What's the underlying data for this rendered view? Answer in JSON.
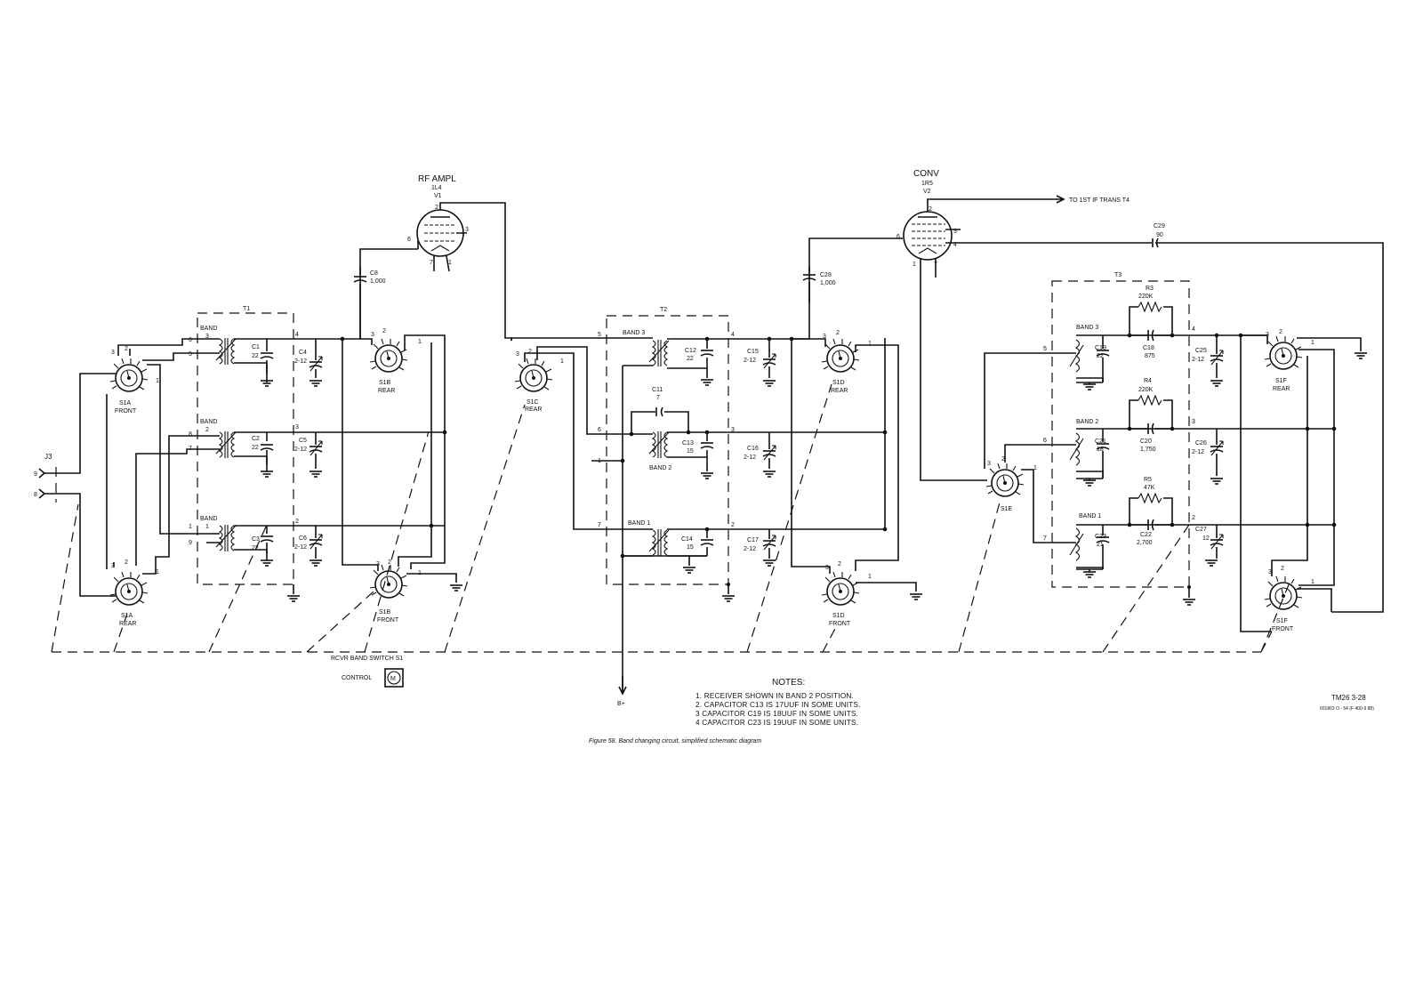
{
  "tubes": {
    "rf": {
      "title": "RF AMPL",
      "type": "1L4",
      "ref": "V1",
      "pins": [
        "2",
        "6",
        "3",
        "7",
        "1"
      ]
    },
    "conv": {
      "title": "CONV",
      "type": "1R5",
      "ref": "V2",
      "pins": [
        "2",
        "6",
        "3",
        "4",
        "1",
        "7"
      ]
    }
  },
  "to_if": "TO 1ST IF TRANS T4",
  "transformers": {
    "t1": "T1",
    "t2": "T2",
    "t3": "T3"
  },
  "bands": {
    "b3": "BAND 3",
    "b2": "BAND 2",
    "b1": "BAND 1",
    "band": "BAND",
    "n3": "3",
    "n2": "2",
    "n1": "1"
  },
  "caps": {
    "c1": [
      "C1",
      "22"
    ],
    "c2": [
      "C2",
      "22"
    ],
    "c3": [
      "C3",
      "22"
    ],
    "c4": [
      "C4",
      "2-12"
    ],
    "c5": [
      "C5",
      "2-12"
    ],
    "c6": [
      "C6",
      "2-12"
    ],
    "c8": [
      "C8",
      "1,000"
    ],
    "c11": [
      "C11",
      "7"
    ],
    "c12": [
      "C12",
      "22"
    ],
    "c13": [
      "C13",
      "15"
    ],
    "c14": [
      "C14",
      "15"
    ],
    "c15": [
      "C15",
      "2-12"
    ],
    "c16": [
      "C16",
      "2-12"
    ],
    "c17": [
      "C17",
      "2-12"
    ],
    "c28": [
      "C28",
      "1,000"
    ],
    "c29": [
      "C29",
      "90"
    ],
    "c19": [
      "C19",
      "22"
    ],
    "c21": [
      "C21",
      "18"
    ],
    "c23": [
      "C23",
      "21"
    ],
    "c18": [
      "C18",
      "875"
    ],
    "c20": [
      "C20",
      "1,750"
    ],
    "c22": [
      "C22",
      "2,700"
    ],
    "c25": [
      "C25",
      "2-12"
    ],
    "c26": [
      "C26",
      "2-12"
    ],
    "c27": [
      "C27",
      "12"
    ]
  },
  "resistors": {
    "r3": [
      "R3",
      "220K"
    ],
    "r4": [
      "R4",
      "220K"
    ],
    "r5": [
      "R5",
      "47K"
    ]
  },
  "switches": {
    "s1a_front": [
      "S1A",
      "FRONT"
    ],
    "s1a_rear": [
      "S1A",
      "REAR"
    ],
    "s1b_rear": [
      "S1B",
      "REAR"
    ],
    "s1b_front": [
      "S1B",
      "FRONT"
    ],
    "s1c_rear": [
      "S1C",
      "REAR"
    ],
    "s1d_rear": [
      "S1D",
      "REAR"
    ],
    "s1d_front": [
      "S1D",
      "FRONT"
    ],
    "s1e": [
      "S1E"
    ],
    "s1f_rear": [
      "S1F",
      "REAR"
    ],
    "s1f_front": [
      "S1F",
      "FRONT"
    ]
  },
  "jack": {
    "name": "J3",
    "pin_a": "9",
    "pin_b": "8"
  },
  "band_switch": "RCVR BAND SWITCH S1",
  "control": {
    "label": "CONTROL",
    "symbol": "M"
  },
  "b_plus": "B+",
  "notes": {
    "title": "NOTES:",
    "items": [
      "1.  RECEIVER SHOWN IN BAND 2 POSITION.",
      "2.  CAPACITOR C13 IS 17UUF IN SOME UNITS.",
      "3   CAPACITOR C19 IS 18UUF IN SOME UNITS.",
      "4   CAPACITOR C23 IS 19UUF IN SOME UNITS."
    ]
  },
  "figure_id": "TM26 3-28",
  "print_mark": "601863 O - 54 (F 400-9 88)",
  "caption": "Figure 58.  Band changing circuit, simplified schematic diagram"
}
